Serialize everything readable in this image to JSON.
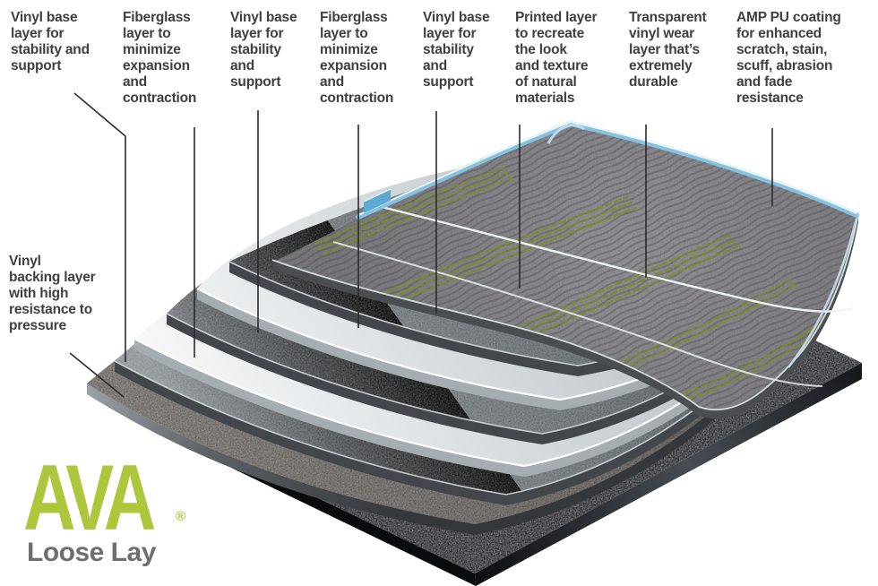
{
  "logo": {
    "brand": "AVA",
    "registered_mark": "®",
    "product_line": "Loose Lay"
  },
  "colors": {
    "brand_green": "#adc73c",
    "logo_gray": "#6d6e71",
    "label_text": "#3e3f41",
    "leader_line": "#2b2b2b",
    "pu_coating_blue": "#85c6e6",
    "printed_grain_green": "#7d8c2a"
  },
  "callouts": [
    {
      "id": "vinyl-base-lower",
      "text": "Vinyl base\nlayer for\nstability and\nsupport"
    },
    {
      "id": "fiberglass-lower",
      "text": "Fiberglass\nlayer to\nminimize\nexpansion\nand\ncontraction"
    },
    {
      "id": "vinyl-base-middle",
      "text": "Vinyl base\nlayer for\nstability\nand\nsupport"
    },
    {
      "id": "fiberglass-upper",
      "text": "Fiberglass\nlayer to\nminimize\nexpansion\nand\ncontraction"
    },
    {
      "id": "vinyl-base-upper",
      "text": "Vinyl base\nlayer for\nstability\nand\nsupport"
    },
    {
      "id": "printed-layer",
      "text": "Printed layer\nto recreate\nthe look\nand texture\nof natural\nmaterials"
    },
    {
      "id": "wear-layer",
      "text": "Transparent\nvinyl wear\nlayer that’s\nextremely\ndurable"
    },
    {
      "id": "pu-coating",
      "text": "AMP PU coating\nfor enhanced\nscratch, stain,\nscuff, abrasion\nand fade\nresistance"
    },
    {
      "id": "vinyl-backing",
      "text": "Vinyl\nbacking layer\nwith high\nresistance to\npressure"
    }
  ]
}
